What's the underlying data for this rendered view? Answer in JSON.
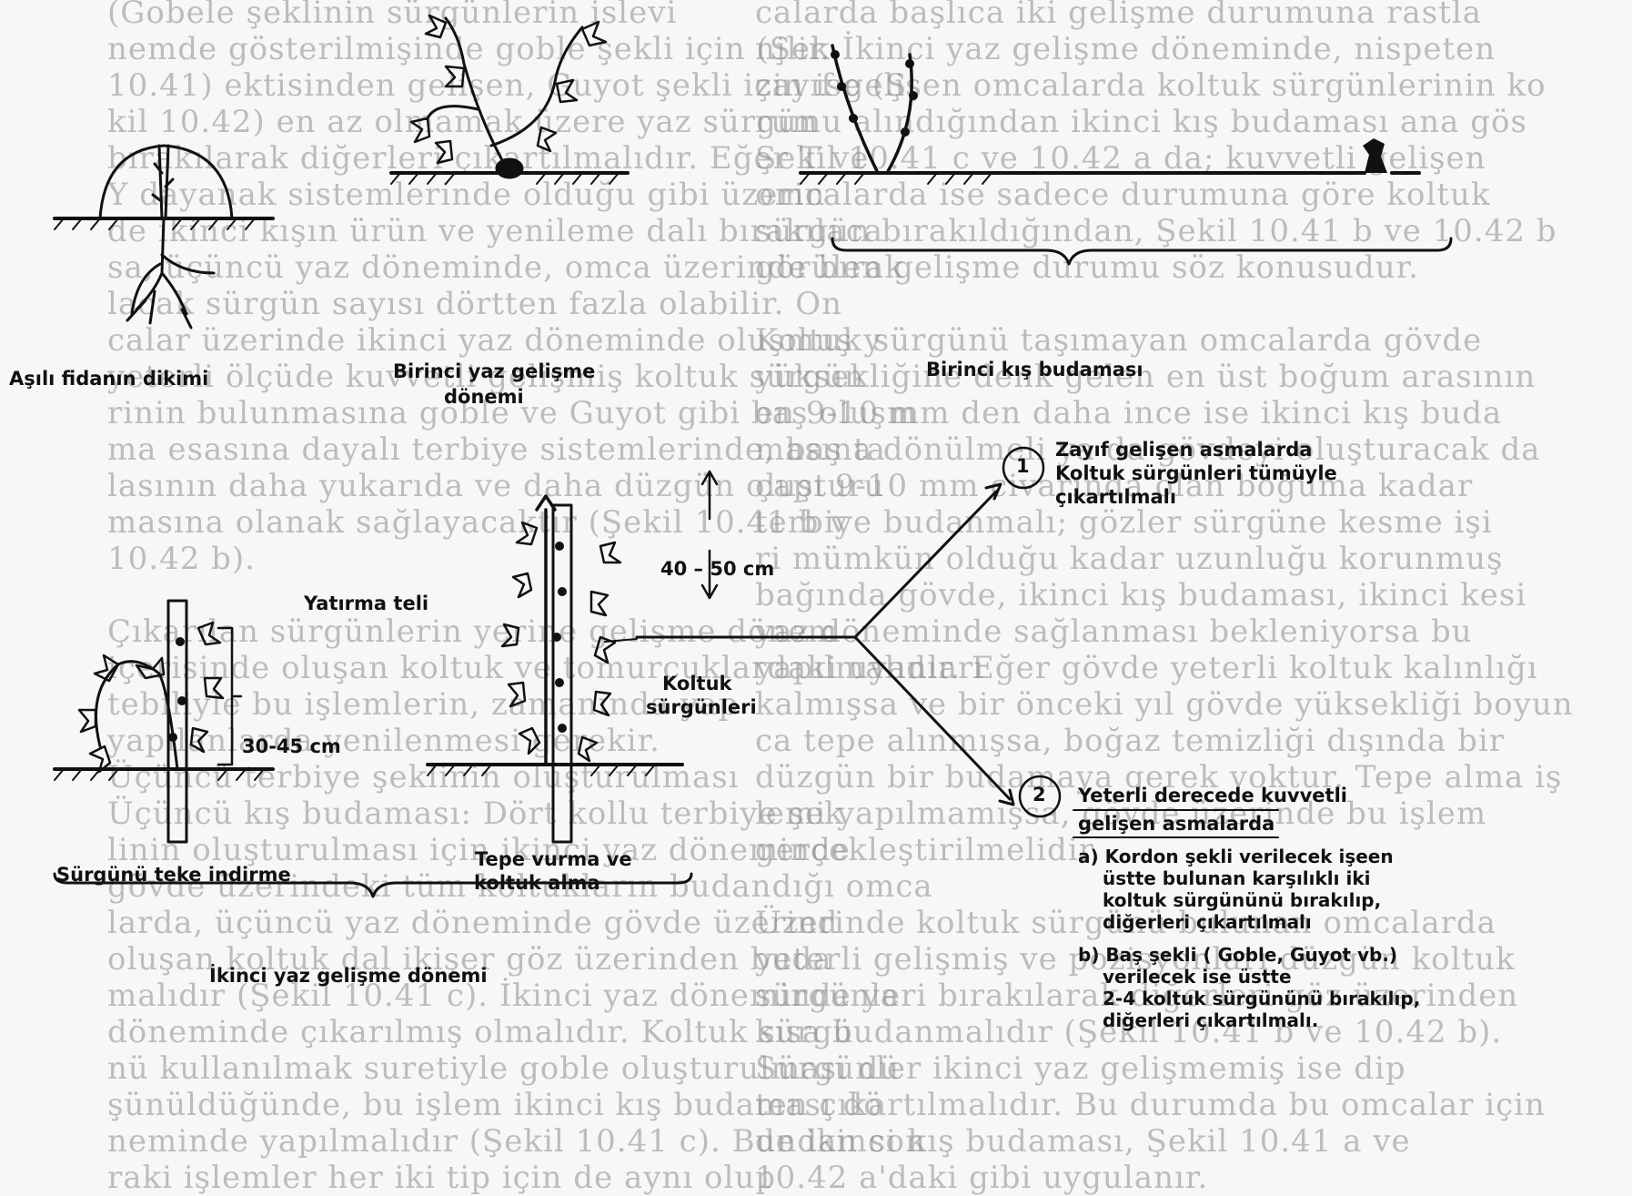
{
  "stage_labels": {
    "planting": "Aşılı fidanın dikimi",
    "first_summer_line1": "Birinci yaz gelişme",
    "first_summer_line2": "dönemi",
    "first_winter": "Birinci kış budaması",
    "second_summer": "İkinci yaz gelişme dönemi",
    "lowering": "Sürgünü teke indirme",
    "topping_line1": "Tepe vurma ve",
    "topping_line2": "koltuk alma"
  },
  "annotations": {
    "wire": "Yatırma teli",
    "height_low": "30-45 cm",
    "height_high": "40 – 50 cm",
    "lateral_line1": "Koltuk",
    "lateral_line2": "sürgünleri"
  },
  "branches": {
    "weak": {
      "number": "1",
      "line1": "Zayıf gelişen asmalarda",
      "line2": "Koltuk sürgünleri tümüyle",
      "line3": "çıkartılmalı"
    },
    "strong": {
      "number": "2",
      "title_line1": "Yeterli derecede kuvvetli",
      "title_line2": "gelişen asmalarda",
      "a_line1": "a) Kordon şekli verilecek işeen",
      "a_line2": "üstte bulunan karşılıklı iki",
      "a_line3": "koltuk sürgününü bırakılıp,",
      "a_line4": "diğerleri çıkartılmalı",
      "b_line1": "b) Baş şekli ( Goble, Guyot vb.)",
      "b_line2": "verilecek ise üstte",
      "b_line3": "2-4 koltuk sürgününü bırakılıp,",
      "b_line4": "diğerleri çıkartılmalı."
    }
  },
  "background_text": {
    "middle_column": [
      "(Gobele şeklinin sürgünlerin islevi",
      "nemde gösterilmişinde goble şekli için (Şek",
      "10.41) ektisinden gelişen, Guyot şekli için ise (Ş",
      "kil 10.42) en az olmamak üzere yaz sürgün",
      "bırakılarak diğerleri çıkartılmalıdır. Eğer T ve",
      "Y dayanak sistemlerinde olduğu gibi üzerin",
      "de ikinci kışın ürün ve yenileme dalı bırakılaca",
      "sa, üçüncü yaz döneminde, omca üzerinde bırak",
      "lacak sürgün sayısı dörtten fazla olabilir. On",
      "calar üzerinde ikinci yaz döneminde oluşmuş y",
      "yeterli ölçüde kuvvetli gelişmiş koltuk sürgün",
      "rinin bulunmasına goble ve Guyot gibi baş oluşm",
      "ma esasına dayalı terbiye sistemlerinde, baş ta",
      "lasının daha yukarıda ve daha düzgün oluşturu",
      "masına olanak sağlayacaktır (Şekil 10.41 b v",
      "10.42 b).",
      "",
      "Çıkarılan sürgünlerin yerine gelişme dönem",
      "içerisinde oluşan koltuk ve tomurcuklardaki uyanları",
      "tebiliyle bu işlemlerin, zamanında yap",
      "yapılanlarda yenilenmesi gerekir.",
      "Üçüncü terbiye şeklinin oluşturulması",
      "Üçüncü kış budaması: Dört kollu terbiye şek",
      "linin oluşturulması için ikinci yaz döneminde",
      "gövde üzerindeki tüm koltukların budandığı omca",
      "larda, üçüncü yaz döneminde gövde üzerind",
      "oluşan koltuk dal ikişer göz üzerinden buda",
      "malıdır (Şekil 10.41 c). İkinci yaz döneminde ya",
      "döneminde çıkarılmış olmalıdır. Koltuk sürgü",
      "nü kullanılmak suretiyle goble oluşturulması dü",
      "şünüldüğünde, bu işlem ikinci kış budaması dö",
      "neminde yapılmalıdır (Şekil 10.41 c). Bundan son",
      "raki işlemler her iki tip için de aynı olup"
    ],
    "right_column": [
      "calarda başlıca iki gelişme durumuna rastla",
      "nilir. İkinci yaz gelişme döneminde, nispeten",
      "zayıf gelişen omcalarda koltuk sürgünlerinin ko",
      "rumu alındığından ikinci kış budaması ana gös",
      "Şekil 10.41 c ve 10.42 a da; kuvvetli gelişen",
      "omcalarda ise sadece durumuna göre koltuk",
      "sürgün bırakıldığından, Şekil 10.41 b ve 10.42 b",
      "görülen gelişme durumu söz konusudur.",
      "",
      "Koltuk sürgünü taşımayan omcalarda gövde",
      "yüksekliğine denk gelen en üst boğum arasının",
      "en 9-10 mm den daha ince ise ikinci kış buda",
      "masına dönülmeli ya da gövdeyi oluşturacak da",
      "çapı 9-10 mm civarında olan boğuma kadar",
      "terbiye budanmalı; gözler sürgüne kesme işi",
      "ri mümkün olduğu kadar uzunluğu korunmuş",
      "bağında gövde, ikinci kış budaması, ikinci kesi",
      "yaz döneminde sağlanması bekleniyorsa bu",
      "yapılmalıdır. Eğer gövde yeterli koltuk kalınlığı",
      "kalmışsa ve bir önceki yıl gövde yüksekliği boyun",
      "ca tepe alınmışsa, boğaz temizliği dışında bir",
      "düzgün bir budamaya gerek yoktur. Tepe alma iş",
      "lemi yapılmamışsa, gövde üzerinde bu işlem",
      "gerçekleştirilmelidir.",
      "",
      "Üzerinde koltuk sürgünü bulunan omcalarda",
      "yeterli gelişmiş ve pozisyonları düzgün koltuk",
      "sürgünleri bırakılarak diğerleri göz üzerinden",
      "kısa budanmalıdır (Şekil 10.41 b ve 10.42 b).",
      "Sürgünler ikinci yaz gelişmemiş ise dip",
      "ten çıkartılmalıdır. Bu durumda bu omcalar için",
      "de ikinci kış budaması, Şekil 10.41 a ve",
      "10.42 a'daki gibi uygulanır."
    ]
  },
  "colors": {
    "ink": "#111111",
    "faded_text": "#8d8d8d",
    "paper": "#f7f7f5"
  }
}
